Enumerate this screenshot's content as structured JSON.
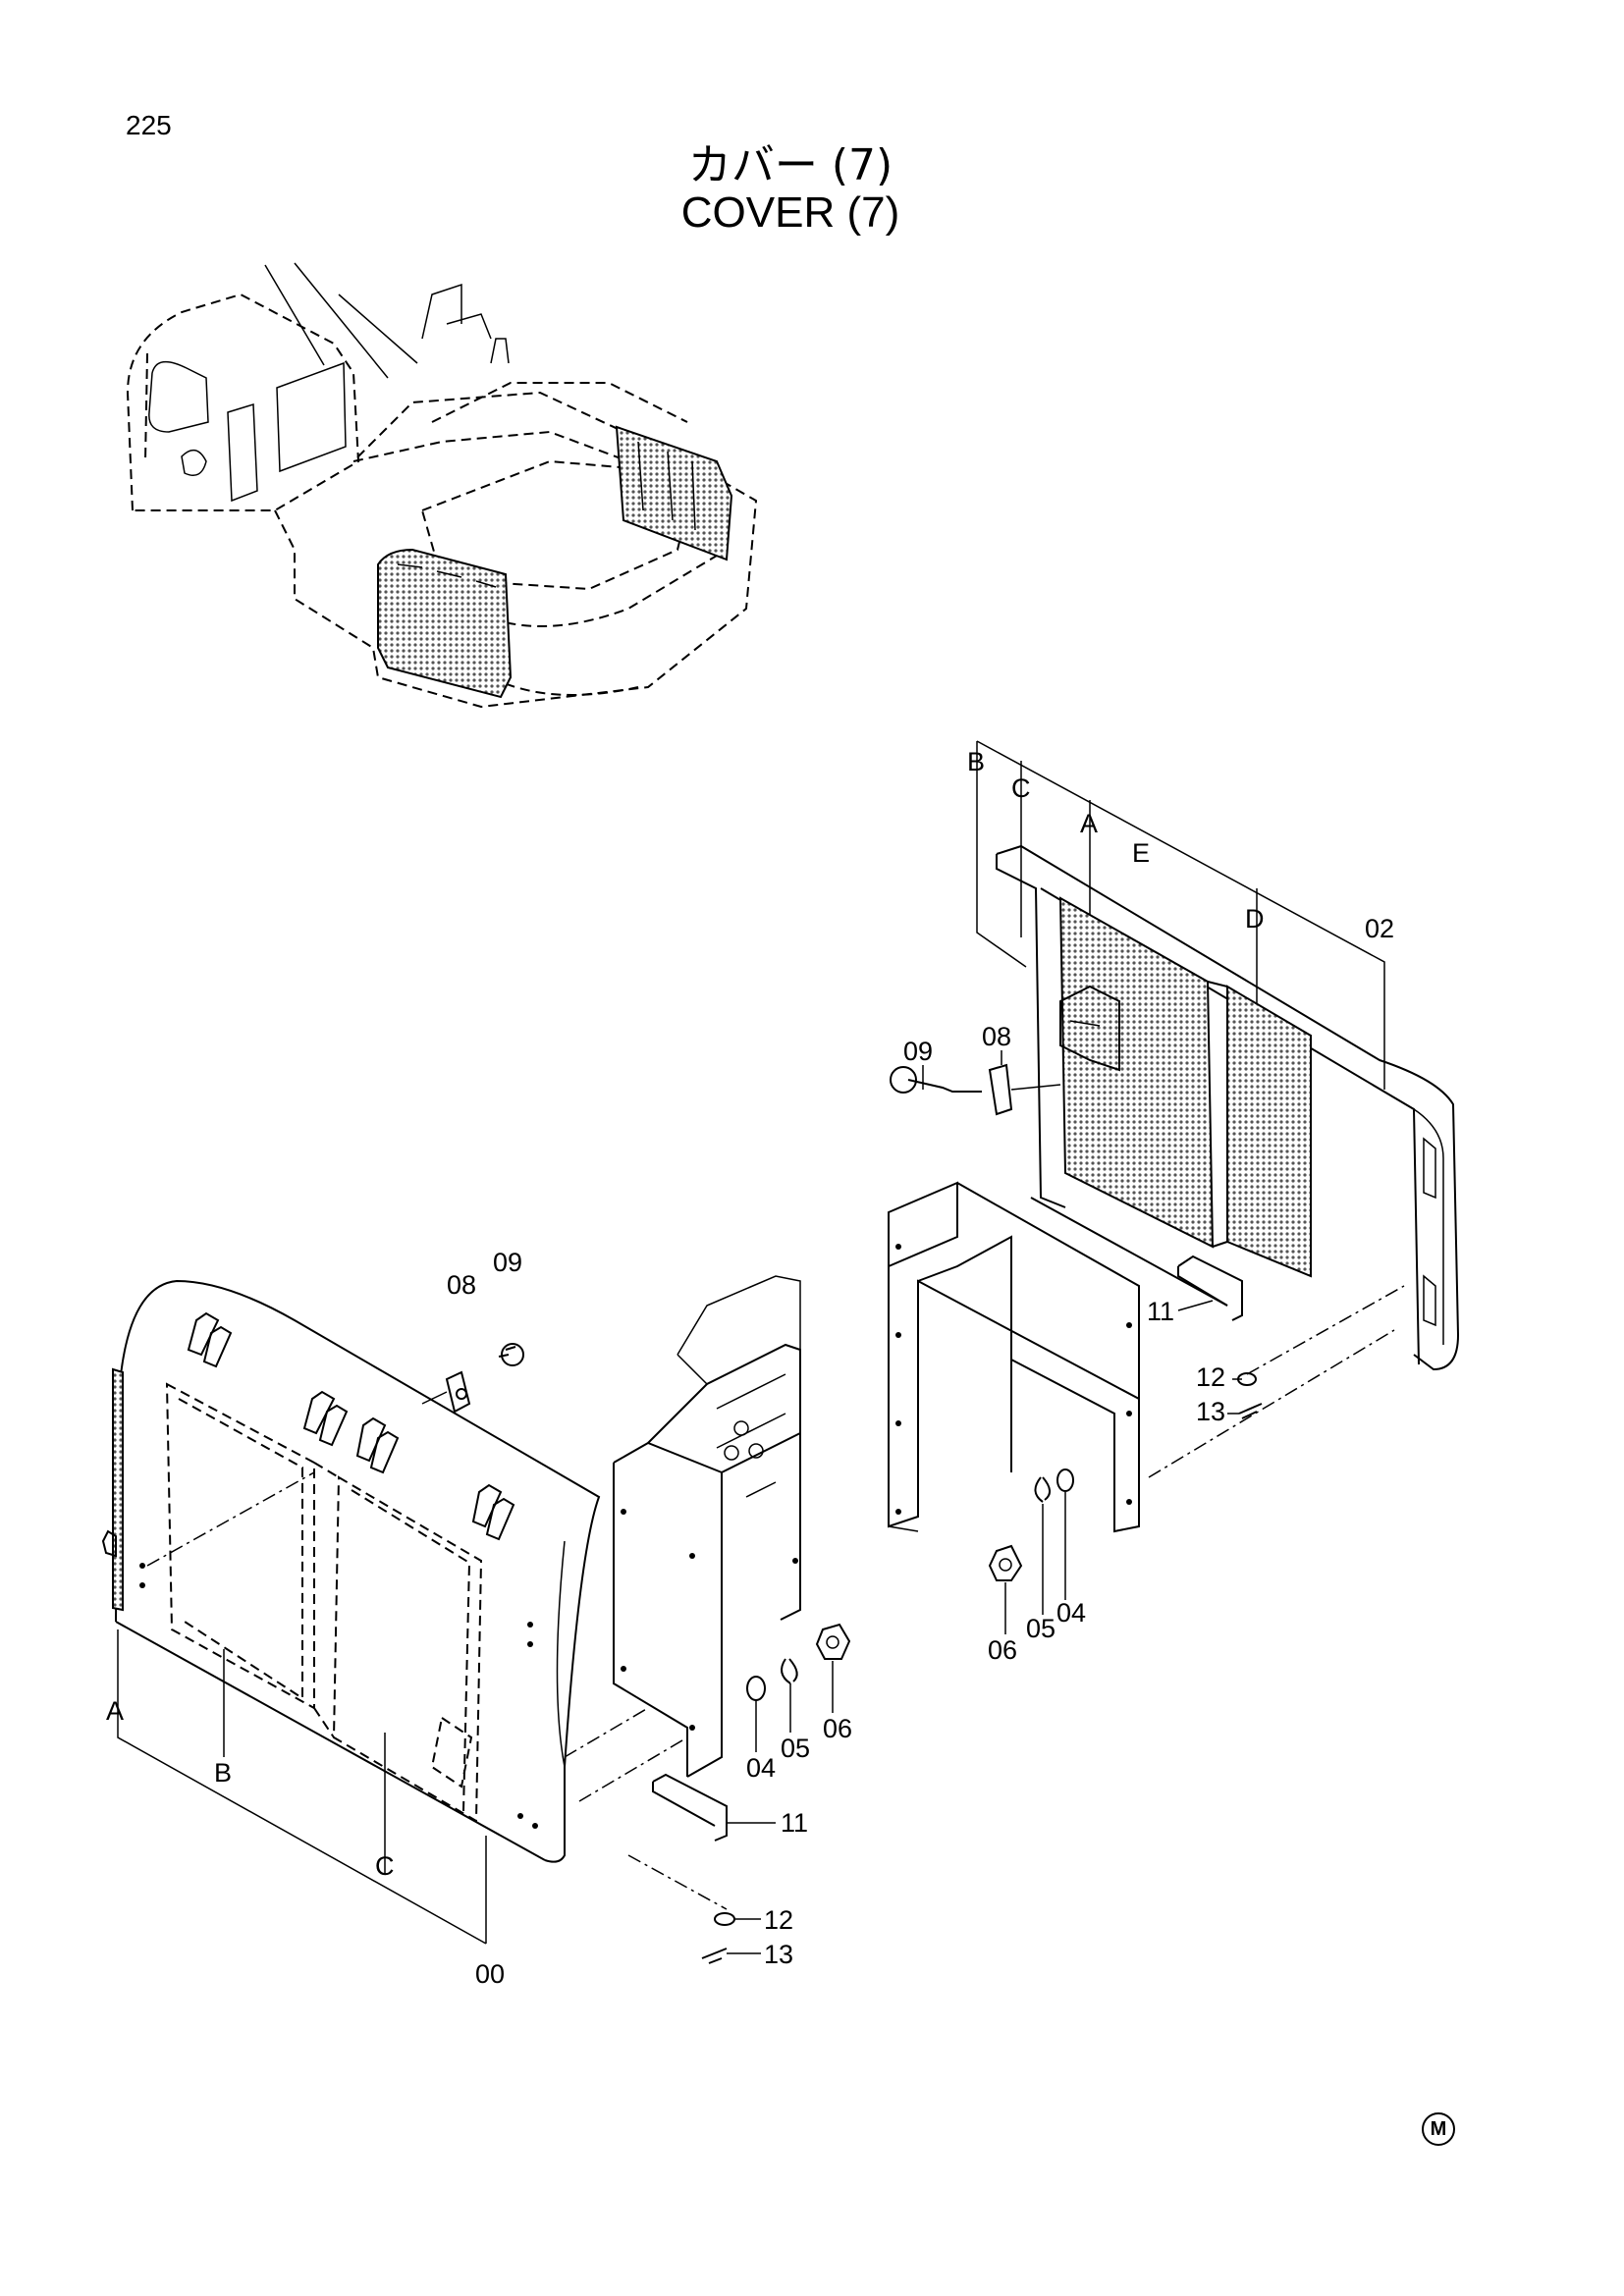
{
  "page_number": "225",
  "title_jp": "カバー (7)",
  "title_en": "COVER (7)",
  "footer_mark": "M",
  "upper_assembly": {
    "callouts": {
      "b": "B",
      "c": "C",
      "a": "A",
      "e": "E",
      "d": "D",
      "assembly": "02",
      "bracket": "08",
      "bolt": "09",
      "handle": "11",
      "washer_seal": "12",
      "pin": "13",
      "washer": "04",
      "spring_washer": "05",
      "nut": "06"
    }
  },
  "lower_assembly": {
    "callouts": {
      "bracket": "08",
      "bolt": "09",
      "a": "A",
      "b": "B",
      "c": "C",
      "assembly": "00",
      "washer": "04",
      "spring_washer": "05",
      "nut": "06",
      "handle": "11",
      "washer_seal": "12",
      "pin": "13"
    }
  }
}
